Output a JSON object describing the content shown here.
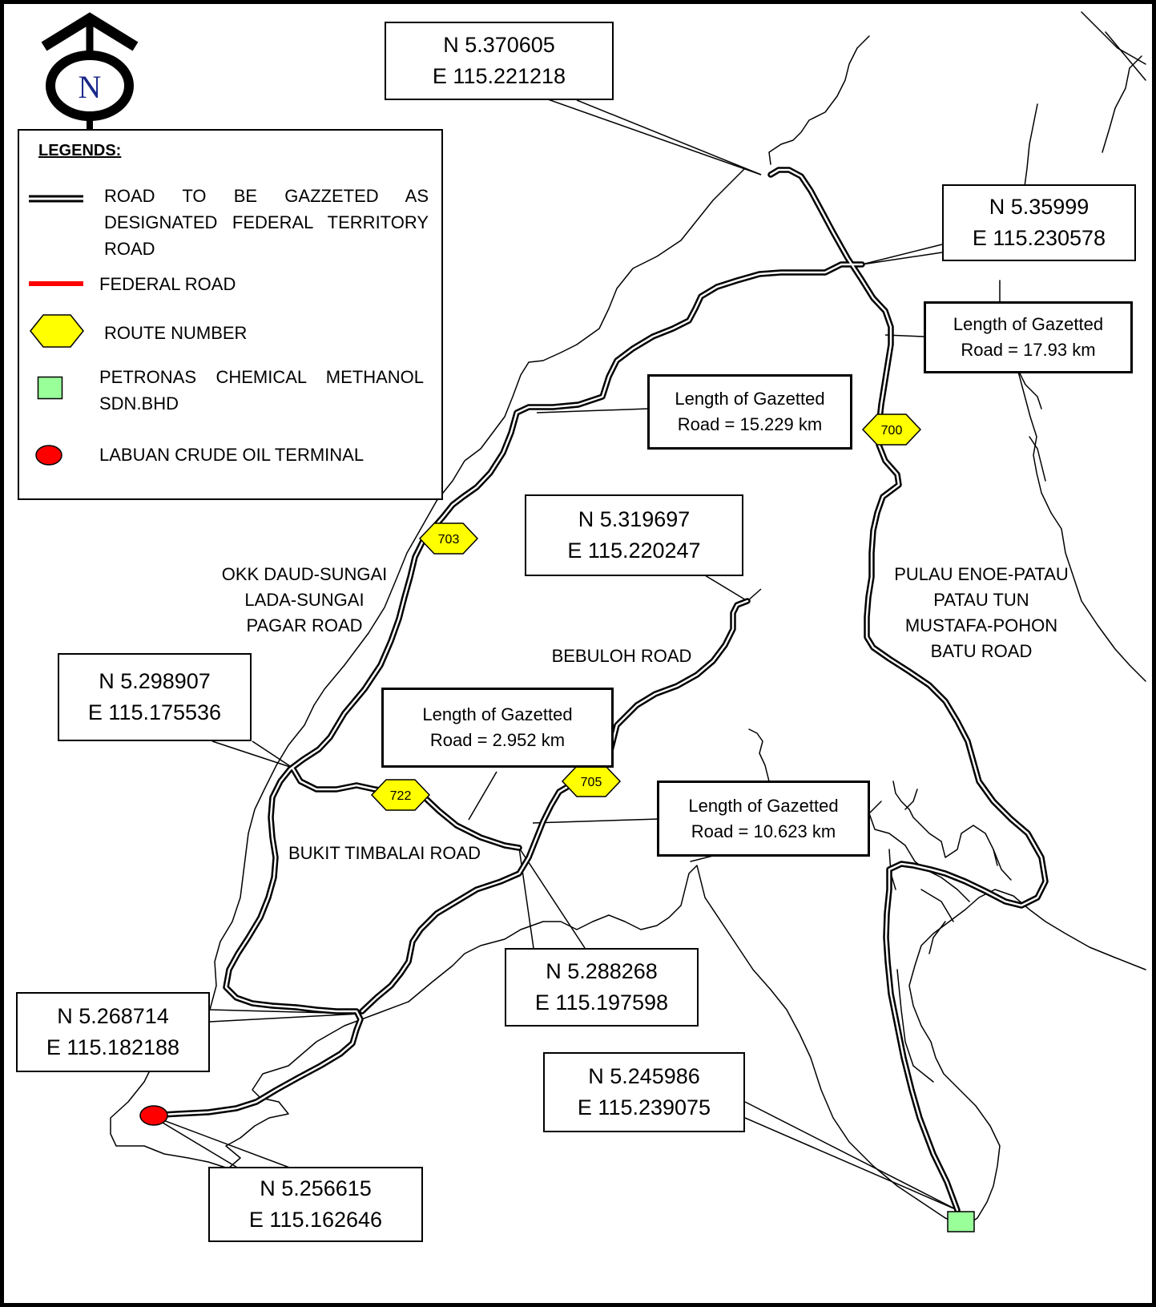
{
  "compass": {
    "letter": "N"
  },
  "legend": {
    "title": "LEGENDS:",
    "items": [
      {
        "symbol": "double-line",
        "line1": "ROAD TO BE GAZZETED AS",
        "line2": "DESIGNATED FEDERAL TERRITORY",
        "line3": "ROAD"
      },
      {
        "symbol": "red-line",
        "line1": "FEDERAL ROAD"
      },
      {
        "symbol": "yellow-hexagon",
        "line1": "ROUTE NUMBER"
      },
      {
        "symbol": "green-square",
        "line1": "PETRONAS CHEMICAL METHANOL",
        "line2": "SDN.BHD"
      },
      {
        "symbol": "red-circle",
        "line1": "LABUAN CRUDE OIL TERMINAL"
      }
    ]
  },
  "coordinates": [
    {
      "id": "c1",
      "n": "N 5.370605",
      "e": "E 115.221218"
    },
    {
      "id": "c2",
      "n": "N 5.35999",
      "e": "E 115.230578"
    },
    {
      "id": "c3",
      "n": "N 5.319697",
      "e": "E 115.220247"
    },
    {
      "id": "c4",
      "n": "N 5.298907",
      "e": "E 115.175536"
    },
    {
      "id": "c5",
      "n": "N 5.288268",
      "e": "E 115.197598"
    },
    {
      "id": "c6",
      "n": "N 5.268714",
      "e": "E 115.182188"
    },
    {
      "id": "c7",
      "n": "N 5.245986",
      "e": "E 115.239075"
    },
    {
      "id": "c8",
      "n": "N 5.256615",
      "e": "E 115.162646"
    }
  ],
  "lengths": [
    {
      "id": "l1",
      "line1": "Length of Gazetted",
      "line2": "Road = 17.93 km"
    },
    {
      "id": "l2",
      "line1": "Length of Gazetted",
      "line2": "Road  = 15.229 km"
    },
    {
      "id": "l3",
      "line1": "Length of Gazetted",
      "line2": "Road = 2.952 km"
    },
    {
      "id": "l4",
      "line1": "Length of Gazetted",
      "line2": "Road = 10.623 km"
    }
  ],
  "routes": [
    "700",
    "703",
    "705",
    "722"
  ],
  "road_names": {
    "okk": [
      "OKK DAUD-SUNGAI",
      "LADA-SUNGAI",
      "PAGAR ROAD"
    ],
    "bebuloh": "BEBULOH ROAD",
    "pulau": [
      "PULAU ENOE-PATAU",
      "PATAU TUN",
      "MUSTAFA-POHON",
      "BATU ROAD"
    ],
    "bukit": "BUKIT TIMBALAI ROAD"
  },
  "colors": {
    "hexagon": "#ffff00",
    "terminal": "#ff0000",
    "petronas": "#99ff99",
    "federal_road": "#ff0000"
  }
}
